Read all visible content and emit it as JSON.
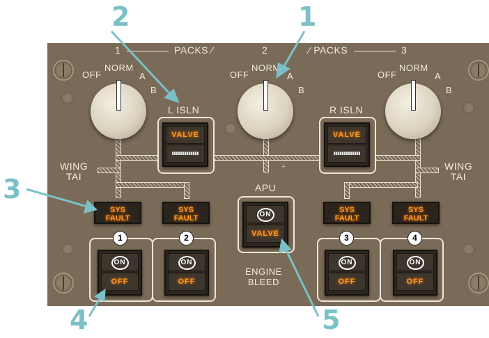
{
  "packs_header": {
    "left_num": "1",
    "left_label": "PACKS",
    "center_num": "2",
    "right_label": "PACKS",
    "right_num": "3"
  },
  "pack_selectors": [
    {
      "id": 1,
      "positions": [
        "OFF",
        "NORM",
        "A",
        "B"
      ],
      "selected": "NORM"
    },
    {
      "id": 2,
      "positions": [
        "OFF",
        "NORM",
        "A",
        "B"
      ],
      "selected": "NORM"
    },
    {
      "id": 3,
      "positions": [
        "OFF",
        "NORM",
        "A",
        "B"
      ],
      "selected": "NORM"
    }
  ],
  "isolation_valves": [
    {
      "label": "L ISLN",
      "annunciator": "VALVE"
    },
    {
      "label": "R ISLN",
      "annunciator": "VALVE"
    }
  ],
  "wing_tai": {
    "left": [
      "WING",
      "TAI"
    ],
    "right": [
      "WING",
      "TAI"
    ]
  },
  "sys_fault": [
    {
      "line1": "SYS",
      "line2": "FAULT"
    },
    {
      "line1": "SYS",
      "line2": "FAULT"
    },
    {
      "line1": "SYS",
      "line2": "FAULT"
    },
    {
      "line1": "SYS",
      "line2": "FAULT"
    }
  ],
  "apu": {
    "label": "APU",
    "on_label": "ON",
    "annunciator": "VALVE"
  },
  "engine_bleed": {
    "label_line1": "ENGINE",
    "label_line2": "BLEED",
    "switches": [
      {
        "num": "1",
        "on_label": "ON",
        "off_label": "OFF"
      },
      {
        "num": "2",
        "on_label": "ON",
        "off_label": "OFF"
      },
      {
        "num": "3",
        "on_label": "ON",
        "off_label": "OFF"
      },
      {
        "num": "4",
        "on_label": "ON",
        "off_label": "OFF"
      }
    ]
  },
  "callouts": [
    "1",
    "2",
    "3",
    "4",
    "5"
  ],
  "colors": {
    "panel": "#7a6a58",
    "annunciator_amber": "#ff9a26",
    "callout": "#7cc0c7"
  }
}
